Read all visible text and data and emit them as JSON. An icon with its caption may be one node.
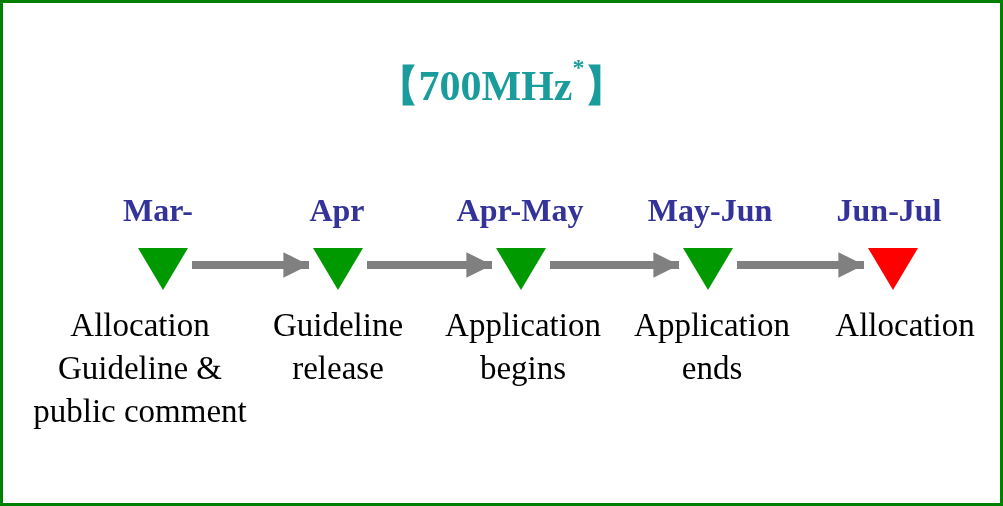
{
  "diagram": {
    "title": "【700MHz$^{*}$】",
    "nodes": [
      {
        "text": [],
        "shape": "triangle",
        "beside": [
          "Mar-",
          "Allocation Guideline & public comment"
        ]
      },
      {
        "text": [],
        "shape": "triangle",
        "beside": [
          "Apr",
          "Guideline release"
        ]
      },
      {
        "text": [],
        "shape": "triangle",
        "beside": [
          "Apr-May",
          "Application begins"
        ]
      },
      {
        "text": [],
        "shape": "triangle",
        "beside": [
          "May-Jun",
          "Application ends"
        ]
      },
      {
        "text": [],
        "shape": "triangle",
        "beside": [
          "Jun-Jul",
          "Allocation"
        ]
      }
    ],
    "edges": [
      {
        "from": 0,
        "to": 1,
        "arrow": "to"
      },
      {
        "from": 1,
        "to": 2,
        "arrow": "to"
      },
      {
        "from": 2,
        "to": 3,
        "arrow": "to"
      },
      {
        "from": 3,
        "to": 4,
        "arrow": "to"
      }
    ]
  }
}
